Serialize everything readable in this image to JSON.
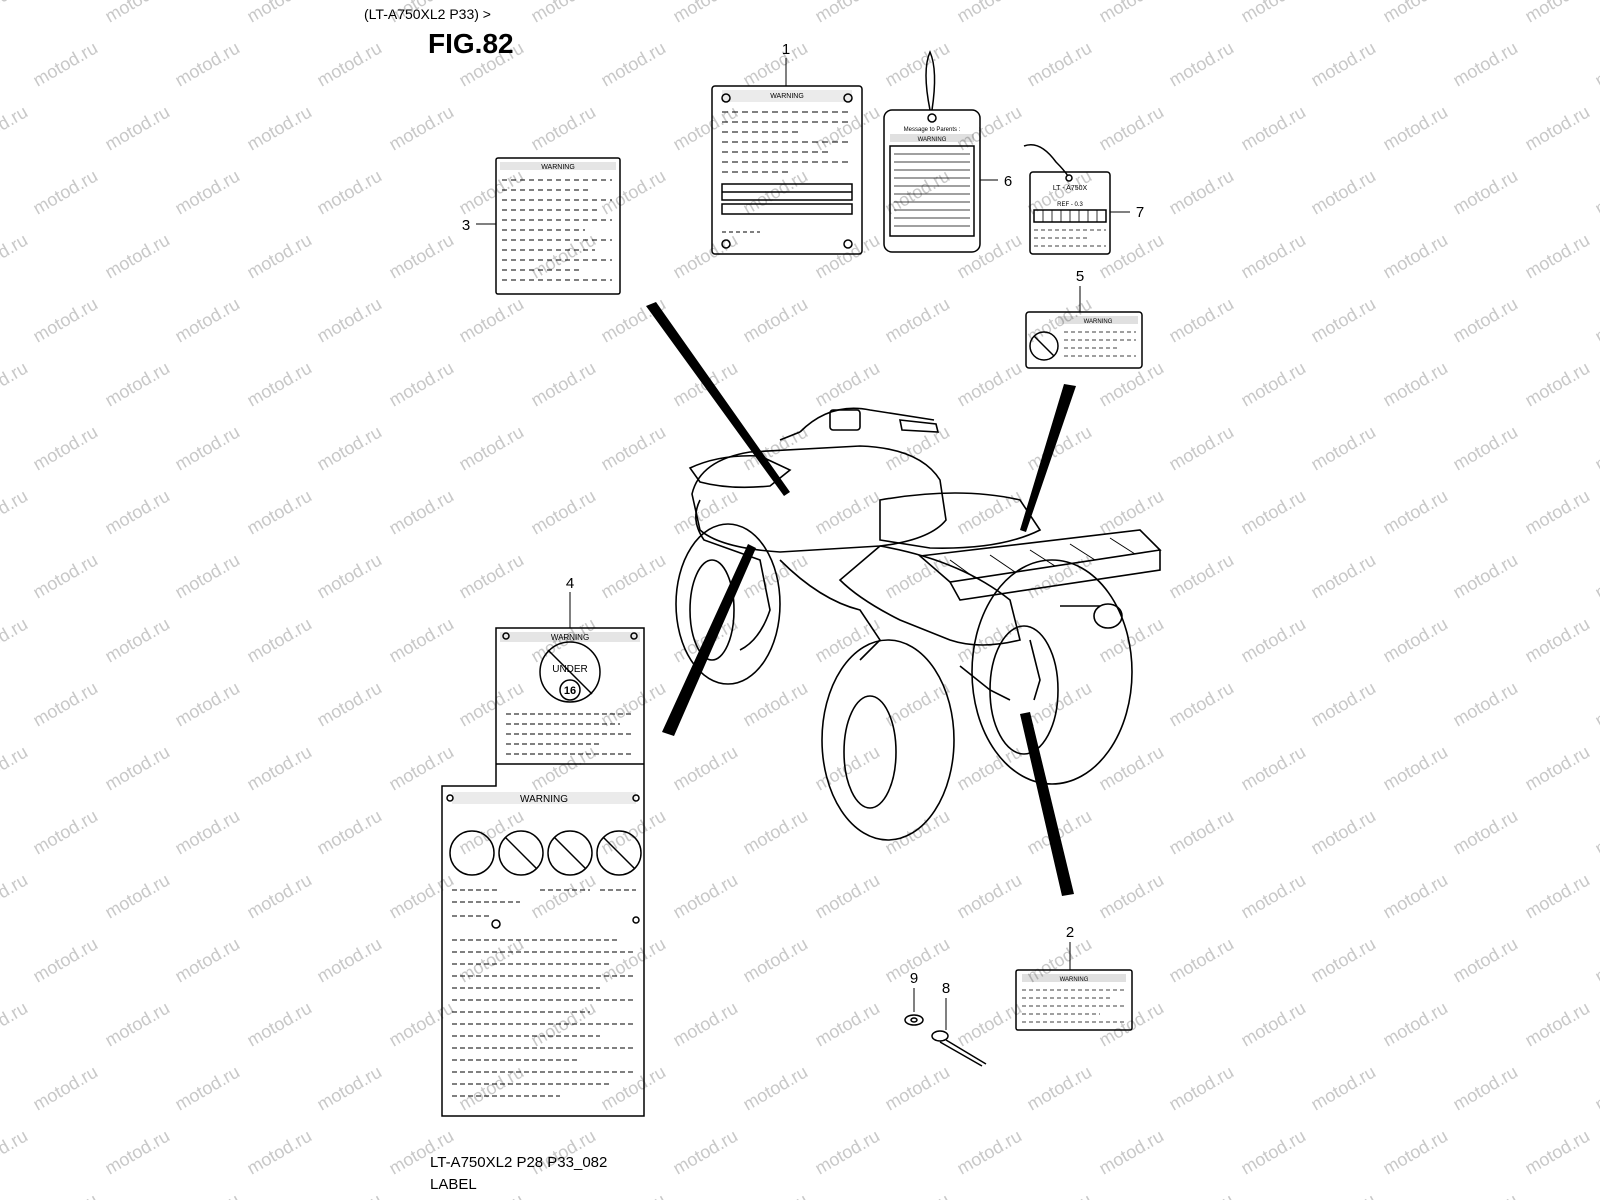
{
  "header": {
    "model_ref": "(LT-A750XL2 P33) >",
    "figure": "FIG.82"
  },
  "footer": {
    "drawing_code": "LT-A750XL2 P28 P33_082",
    "section": "LABEL"
  },
  "watermark": "motod.ru",
  "labels": {
    "warning": "WARNING",
    "under": "UNDER",
    "age": "16",
    "tag_heading": "Message to Parents :",
    "model_tag": "LT - A750X",
    "tag_line": "REF - 0.3"
  },
  "callouts": [
    "1",
    "2",
    "3",
    "4",
    "5",
    "6",
    "7",
    "8",
    "9"
  ]
}
